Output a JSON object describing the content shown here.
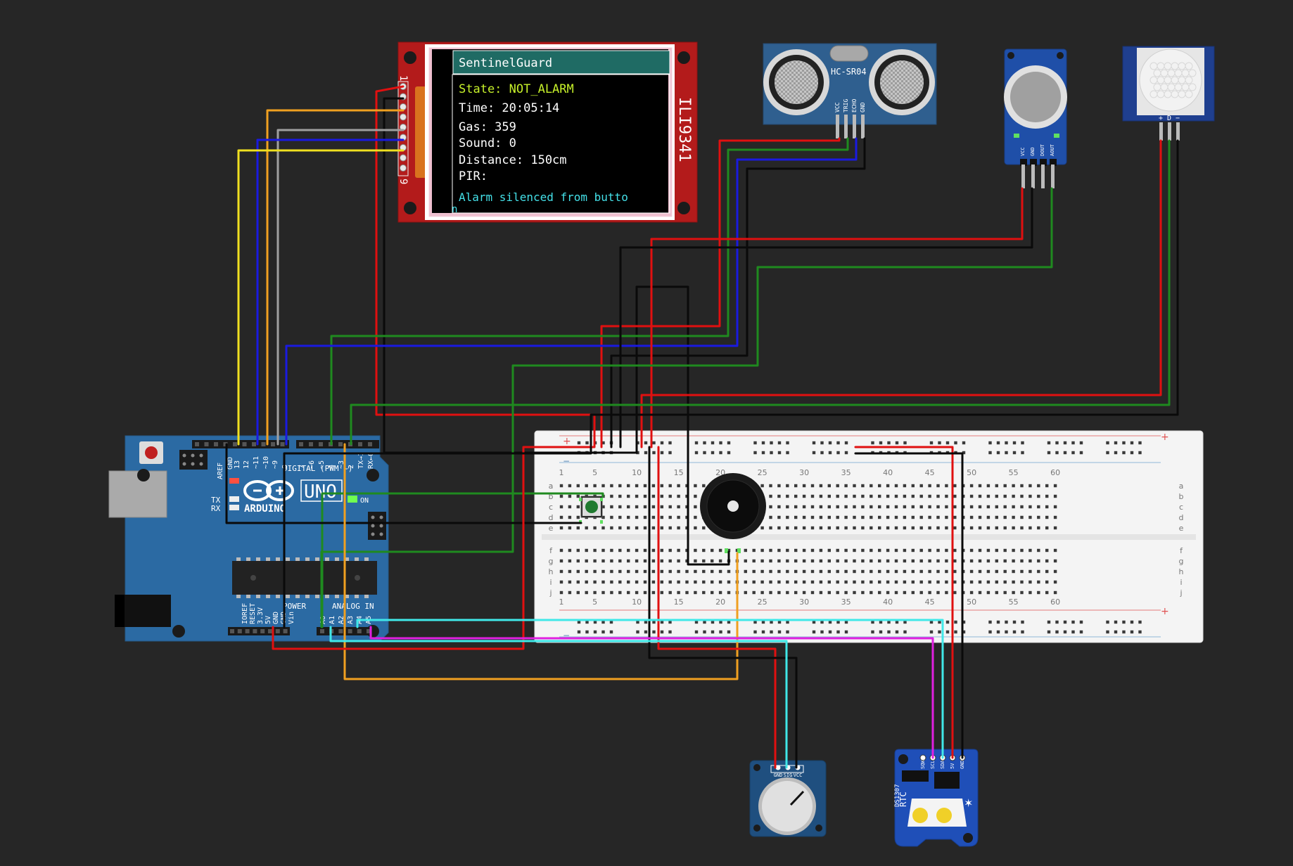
{
  "display": {
    "title": "SentinelGuard",
    "lines": [
      {
        "text": "State: NOT_ALARM",
        "color": "#c6f02a"
      },
      {
        "text": "Time: 20:05:14",
        "color": "#ffffff"
      },
      {
        "text": "Gas: 359",
        "color": "#ffffff"
      },
      {
        "text": "Sound: 0",
        "color": "#ffffff"
      },
      {
        "text": "Distance: 150cm",
        "color": "#ffffff"
      },
      {
        "text": "PIR:",
        "color": "#ffffff"
      }
    ],
    "message": "Alarm silenced from butto",
    "message_wrap": "n",
    "model": "ILI9341",
    "pin_first": "1",
    "pin_last": "9",
    "title_bg": "#1f6b64",
    "message_color": "#44e0e8"
  },
  "arduino": {
    "brand": "ARDUINO",
    "model": "UNO",
    "on_label": "ON",
    "tx": "TX",
    "rx": "RX",
    "digital_label": "DIGITAL (PWM ~)",
    "power_label": "POWER",
    "analog_label": "ANALOG IN",
    "aref": "AREF",
    "gnd": "GND",
    "top_pins": [
      "13",
      "12",
      "~11",
      "~10",
      "~9",
      "8",
      "7",
      "~6",
      "~5",
      "4",
      "~3",
      "2",
      "TX→1",
      "RX←0"
    ],
    "power_pins": [
      "IOREF",
      "RESET",
      "3.3V",
      "5V",
      "GND",
      "GND",
      "Vin"
    ],
    "analog_pins": [
      "A0",
      "A1",
      "A2",
      "A3",
      "A4",
      "A5"
    ],
    "board_color": "#2b6aa3"
  },
  "ultrasonic": {
    "label": "HC-SR04",
    "pins": [
      "VCC",
      "TRIG",
      "ECHO",
      "GND"
    ]
  },
  "gas_sensor": {
    "pins": [
      "VCC",
      "GND",
      "DOUT",
      "AOUT"
    ]
  },
  "pir": {
    "pins": [
      "+",
      "D",
      "−"
    ]
  },
  "potentiometer": {
    "pins": [
      "GND",
      "SIG",
      "VCC"
    ]
  },
  "rtc": {
    "label": "RTC",
    "chip": "DS1307",
    "pins": [
      "SQW",
      "SCL",
      "SDA",
      "5V",
      "GND"
    ]
  },
  "breadboard": {
    "column_labels": [
      "1",
      "5",
      "10",
      "15",
      "20",
      "25",
      "30",
      "35",
      "40",
      "45",
      "50",
      "55",
      "60"
    ],
    "row_labels_top": [
      "a",
      "b",
      "c",
      "d",
      "e"
    ],
    "row_labels_bottom": [
      "f",
      "g",
      "h",
      "i",
      "j"
    ],
    "plus": "+",
    "minus": "−"
  },
  "wire_colors": {
    "red": "#e01010",
    "black": "#0a0a0a",
    "green": "#1f8a1f",
    "blue": "#1a1ae0",
    "yellow": "#f0e020",
    "orange": "#f0a020",
    "gray": "#a0a0a0",
    "cyan": "#40e8e8",
    "magenta": "#e020e0"
  }
}
